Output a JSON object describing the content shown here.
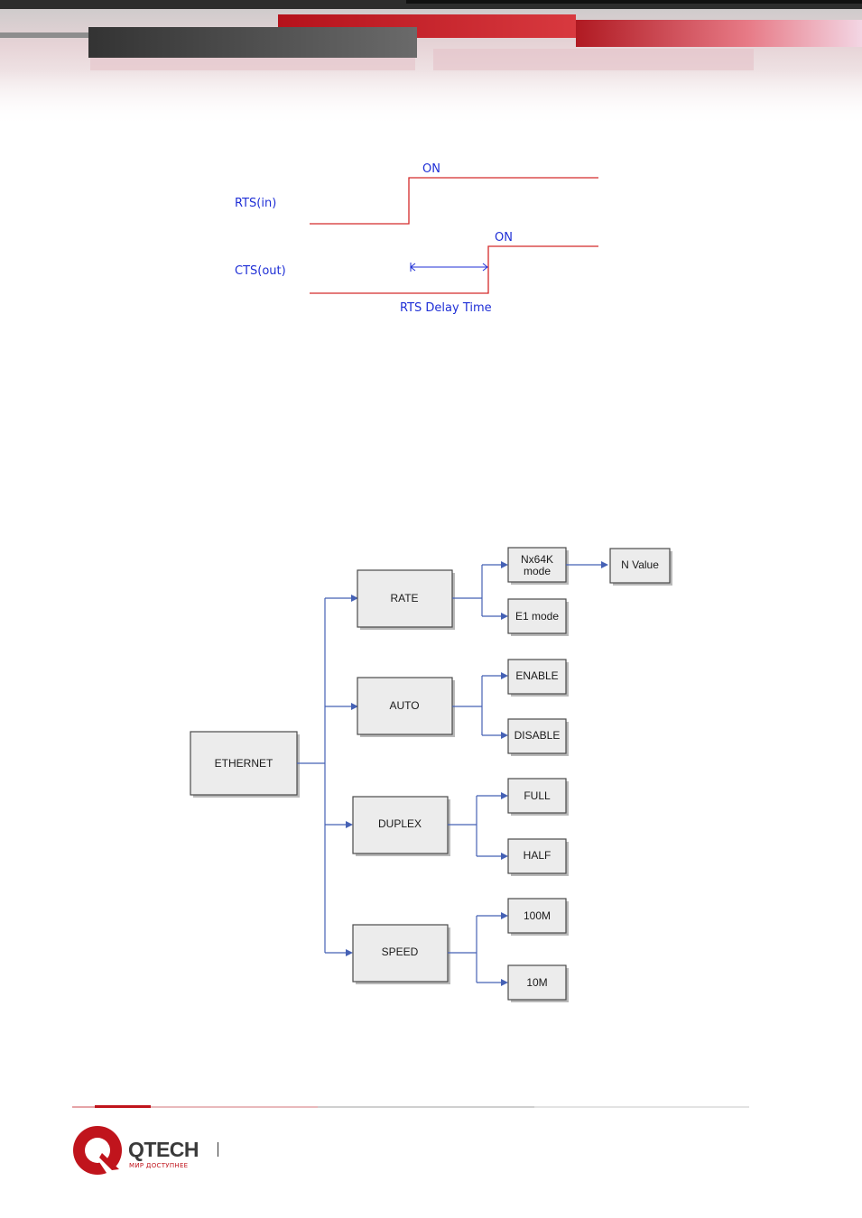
{
  "timing_diagram": {
    "rts_label": "RTS(in)",
    "cts_label": "CTS(out)",
    "rts_on_label": "ON",
    "cts_on_label": "ON",
    "delay_label": "RTS Delay Time"
  },
  "tree": {
    "root": "ETHERNET",
    "branches": [
      {
        "label": "RATE",
        "children": [
          "Nx64K mode",
          "E1 mode"
        ],
        "grandchild": "N Value"
      },
      {
        "label": "AUTO",
        "children": [
          "ENABLE",
          "DISABLE"
        ]
      },
      {
        "label": "DUPLEX",
        "children": [
          "FULL",
          "HALF"
        ]
      },
      {
        "label": "SPEED",
        "children": [
          "100M",
          "10M"
        ]
      }
    ]
  },
  "footer": {
    "brand": "QTECH",
    "tagline": "МИР ДОСТУПНЕЕ"
  },
  "colors": {
    "brand_red": "#c0141c",
    "signal_red": "#d42a2a",
    "label_blue": "#1f2fd6",
    "connector_blue": "#4561b5"
  }
}
